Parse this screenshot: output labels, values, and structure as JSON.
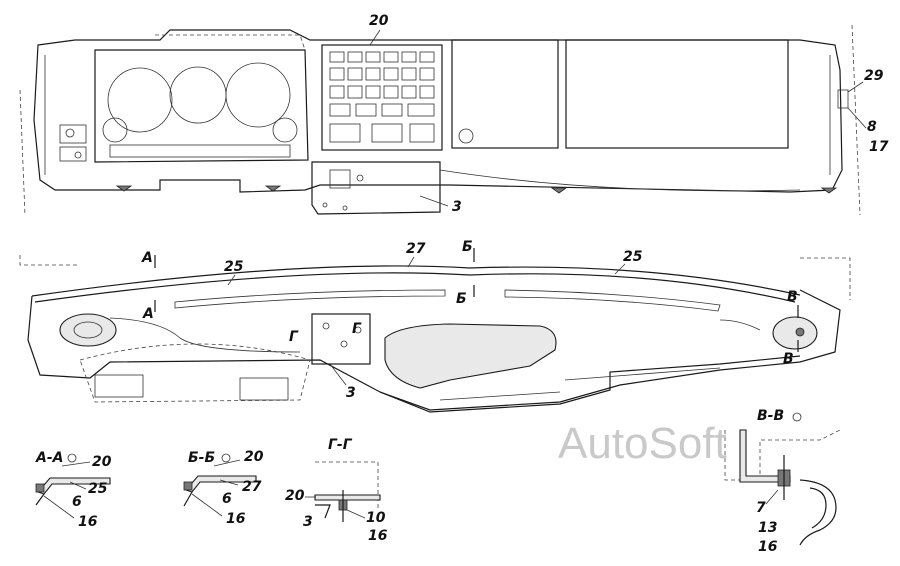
{
  "watermark": "AutoSoft",
  "callouts": {
    "top_20": "20",
    "top_29": "29",
    "top_8": "8",
    "top_17": "17",
    "top_3": "3",
    "mid_a1": "А",
    "mid_a2": "А",
    "mid_25a": "25",
    "mid_27": "27",
    "mid_b1": "Б",
    "mid_b2": "Б",
    "mid_25b": "25",
    "mid_v1": "В",
    "mid_v2": "В",
    "mid_g1": "Г",
    "mid_g2": "Г",
    "mid_3": "3"
  },
  "sections": {
    "aa": {
      "title": "А-А",
      "labels": [
        "20",
        "25",
        "6",
        "16"
      ]
    },
    "bb": {
      "title": "Б-Б",
      "labels": [
        "20",
        "27",
        "6",
        "16"
      ]
    },
    "gg": {
      "title": "Г-Г",
      "labels": [
        "20",
        "3",
        "10",
        "16"
      ]
    },
    "vv": {
      "title": "В-В",
      "labels": [
        "7",
        "13",
        "16"
      ]
    }
  }
}
